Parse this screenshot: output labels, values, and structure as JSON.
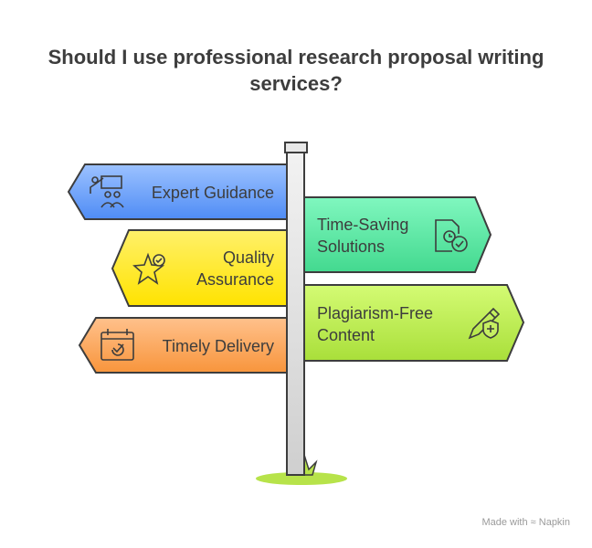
{
  "title": "Should I use professional research proposal writing services?",
  "signs": [
    {
      "lines": [
        "Expert Guidance"
      ],
      "icon": "presentation-group-icon",
      "color": "#5b95f5"
    },
    {
      "lines": [
        "Time-Saving",
        "Solutions"
      ],
      "icon": "document-clock-check-icon",
      "color": "#4ee3a0"
    },
    {
      "lines": [
        "Quality",
        "Assurance"
      ],
      "icon": "star-check-icon",
      "color": "#ffe82e"
    },
    {
      "lines": [
        "Plagiarism-Free",
        "Content"
      ],
      "icon": "pen-shield-icon",
      "color": "#bce856"
    },
    {
      "lines": [
        "Timely Delivery"
      ],
      "icon": "calendar-check-icon",
      "color": "#fba35c"
    }
  ],
  "credit": "Made with ≈ Napkin"
}
